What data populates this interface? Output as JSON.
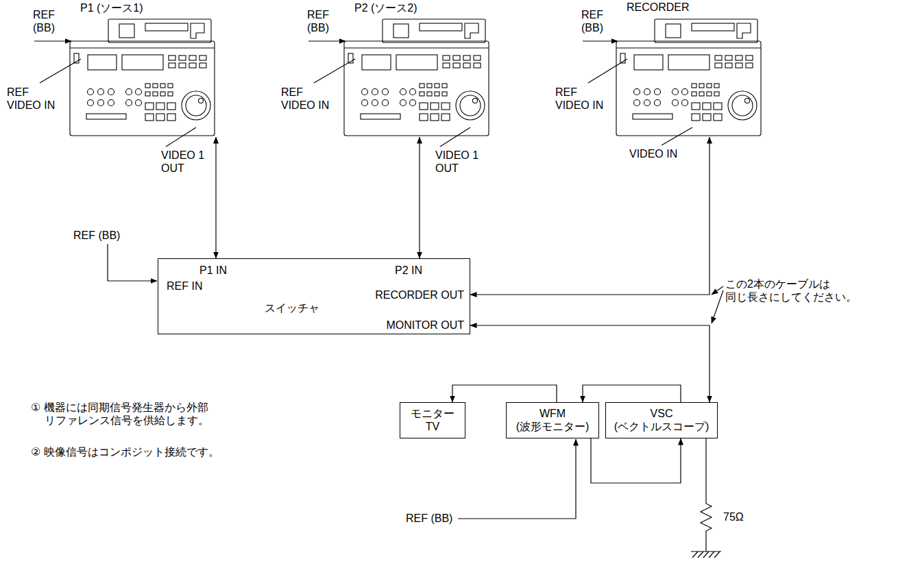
{
  "diagram": {
    "nodes": [
      {
        "text": [
          "P1 (ソース1)"
        ]
      },
      {
        "text": [
          "P2 (ソース2)"
        ]
      },
      {
        "text": [
          "RECORDER"
        ]
      },
      {
        "text": [
          "P1 IN",
          "P2 IN",
          "REF IN",
          "スイッチャ",
          "RECORDER OUT",
          "MONITOR OUT"
        ]
      },
      {
        "text": [
          "モニター TV"
        ]
      },
      {
        "text": [
          "WFM (波形モニター)"
        ]
      },
      {
        "text": [
          "VSC (ベクトルスコープ)"
        ]
      }
    ],
    "edges": [
      {
        "from": 0,
        "to": 3,
        "arrow": "both"
      },
      {
        "from": 1,
        "to": 3,
        "arrow": "both"
      },
      {
        "from": 3,
        "to": 2,
        "arrow": "both"
      },
      {
        "from": 3,
        "to": 6,
        "arrow": "both"
      },
      {
        "from": 6,
        "to": 5,
        "arrow": "to"
      },
      {
        "from": 5,
        "to": 4,
        "arrow": "to"
      },
      {
        "from": 5,
        "to": 6,
        "arrow": "to"
      }
    ],
    "labels": [
      "REF (BB)",
      "REF VIDEO IN",
      "VIDEO 1 OUT",
      "REF (BB)",
      "REF VIDEO IN",
      "VIDEO 1 OUT",
      "REF (BB)",
      "REF VIDEO IN",
      "VIDEO IN",
      "REF (BB)",
      "この2本のケーブルは 同じ長さにしてください。",
      "① 機器には同期信号発生器から外部 リファレンス信号を供給します。",
      "② 映像信号はコンポジット接続です。",
      "REF (BB)",
      "75Ω"
    ]
  }
}
